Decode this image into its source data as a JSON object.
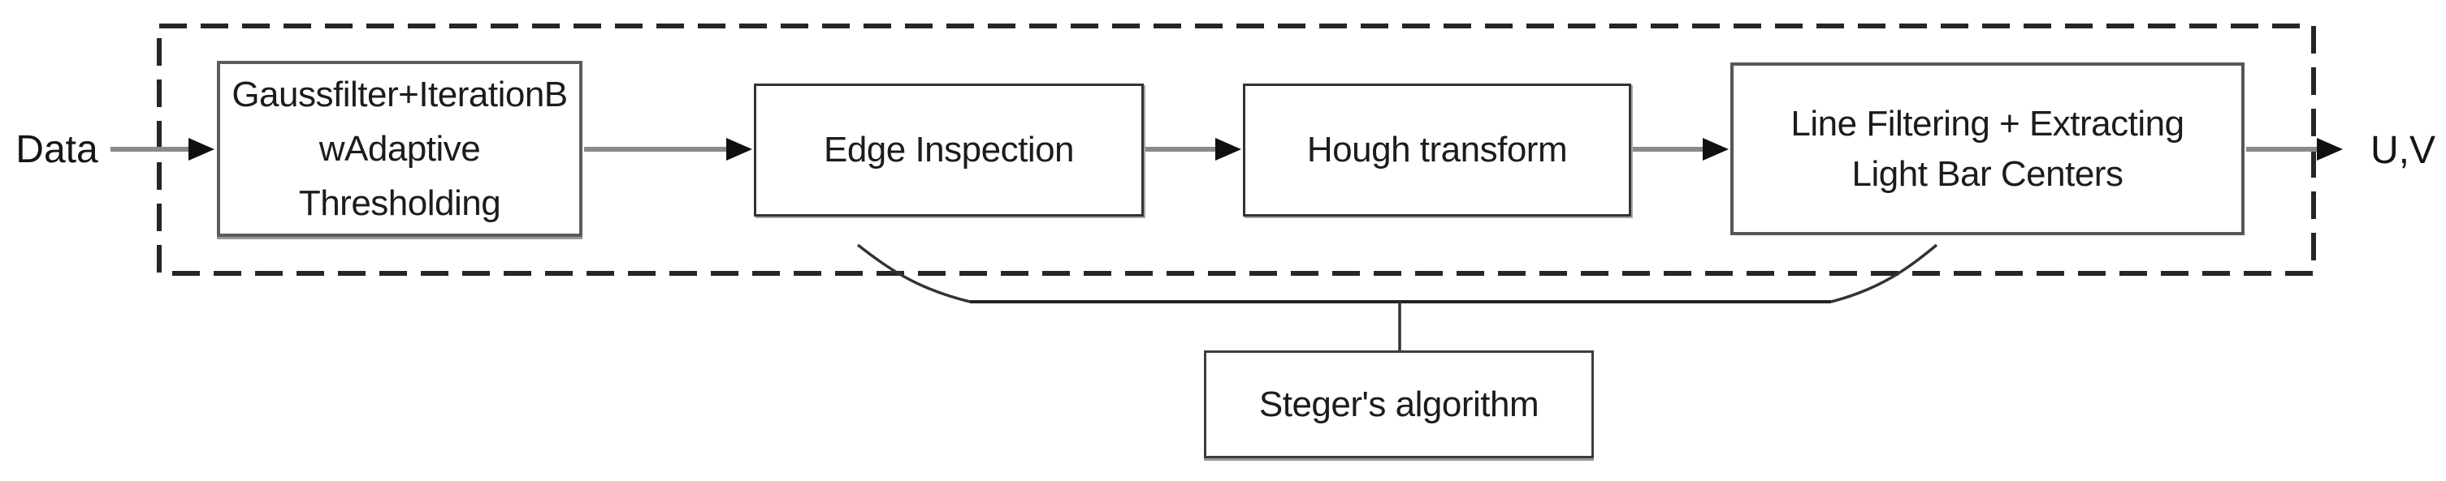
{
  "flow": {
    "input_label": "Data",
    "output_label": "U,V",
    "boxes": [
      {
        "key": "gauss-adaptive-threshold",
        "lines": [
          "Gaussfilter+IterationB",
          "wAdaptive",
          "Thresholding"
        ]
      },
      {
        "key": "edge-inspection",
        "lines": [
          "Edge Inspection"
        ]
      },
      {
        "key": "hough-transform",
        "lines": [
          "Hough transform"
        ]
      },
      {
        "key": "line-filtering",
        "lines": [
          "Line Filtering + Extracting",
          "Light Bar Centers"
        ]
      }
    ],
    "annotation": {
      "key": "steger",
      "lines": [
        "Steger's algorithm"
      ]
    },
    "colors": {
      "background": "#ffffff",
      "text": "#1c1c1c",
      "box_border": "#4f4f4f",
      "dashed_border": "#262626",
      "arrow_line": "#8a8a8a",
      "arrow_head": "#101010",
      "brace": "#333333"
    }
  }
}
